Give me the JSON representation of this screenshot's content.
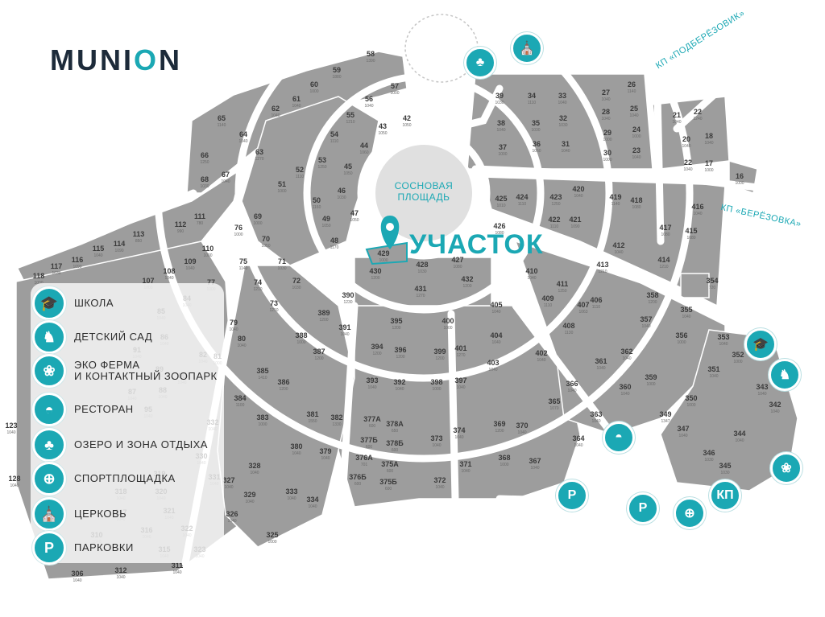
{
  "logo": {
    "text_pre": "MUNI",
    "text_accent": "O",
    "text_post": "N"
  },
  "plaza": {
    "line1": "СОСНОВАЯ",
    "line2": "ПЛОЩАДЬ"
  },
  "highlight": {
    "label": "УЧАСТОК"
  },
  "roads": {
    "podberezovik": "КП «ПОДБЕРЁЗОВИК»",
    "berezovka": "КП «БЕРЁЗОВКА»"
  },
  "legend": [
    {
      "icon": "school-icon",
      "glyph": "🎓",
      "label": "ШКОЛА"
    },
    {
      "icon": "rocking-horse-icon",
      "glyph": "♞",
      "label": "ДЕТСКИЙ САД"
    },
    {
      "icon": "paw-icon",
      "glyph": "❀",
      "label": "ЭКО ФЕРМА\nИ КОНТАКТНЫЙ ЗООПАРК"
    },
    {
      "icon": "cloche-icon",
      "glyph": "◓",
      "label": "РЕСТОРАН"
    },
    {
      "icon": "lake-icon",
      "glyph": "♣",
      "label": "ОЗЕРО И ЗОНА ОТДЫХА"
    },
    {
      "icon": "court-icon",
      "glyph": "⊕",
      "label": "СПОРТПЛОЩАДКА"
    },
    {
      "icon": "church-icon",
      "glyph": "⛪",
      "label": "ЦЕРКОВЬ"
    },
    {
      "icon": "parking-icon",
      "glyph": "P",
      "label": "ПАРКОВКИ"
    }
  ],
  "map_icons": [
    {
      "icon": "lake-icon",
      "glyph": "♣"
    },
    {
      "icon": "church-icon",
      "glyph": "⛪"
    },
    {
      "icon": "school-icon",
      "glyph": "🎓"
    },
    {
      "icon": "rocking-horse-icon",
      "glyph": "♞"
    },
    {
      "icon": "paw-icon",
      "glyph": "❀"
    },
    {
      "icon": "cloche-icon",
      "glyph": "◓"
    },
    {
      "icon": "parking-icon",
      "glyph": "P"
    },
    {
      "icon": "parking-icon",
      "glyph": "P"
    },
    {
      "icon": "court-icon",
      "glyph": "⊕"
    },
    {
      "icon": "checkpoint-icon",
      "glyph": "КП"
    }
  ],
  "lots": [
    {
      "n": "58",
      "a": "1390"
    },
    {
      "n": "59",
      "a": "1880"
    },
    {
      "n": "60",
      "a": "1000"
    },
    {
      "n": "61",
      "a": "1040"
    },
    {
      "n": "62",
      "a": "1040"
    },
    {
      "n": "65",
      "a": "1140"
    },
    {
      "n": "64",
      "a": "1040"
    },
    {
      "n": "63",
      "a": "1270"
    },
    {
      "n": "66",
      "a": "1250"
    },
    {
      "n": "68",
      "a": "1030"
    },
    {
      "n": "67",
      "a": "1040"
    },
    {
      "n": "57",
      "a": "1000"
    },
    {
      "n": "56",
      "a": "1040"
    },
    {
      "n": "55",
      "a": "1210"
    },
    {
      "n": "43",
      "a": "1050"
    },
    {
      "n": "42",
      "a": "1050"
    },
    {
      "n": "54",
      "a": "1110"
    },
    {
      "n": "44",
      "a": "1060"
    },
    {
      "n": "53",
      "a": "1250"
    },
    {
      "n": "45",
      "a": "1050"
    },
    {
      "n": "52",
      "a": "1110"
    },
    {
      "n": "46",
      "a": "1030"
    },
    {
      "n": "51",
      "a": "1000"
    },
    {
      "n": "50",
      "a": "1160"
    },
    {
      "n": "47",
      "a": "1050"
    },
    {
      "n": "49",
      "a": "1050"
    },
    {
      "n": "48",
      "a": "1170"
    },
    {
      "n": "39",
      "a": "1030"
    },
    {
      "n": "34",
      "a": "1110"
    },
    {
      "n": "33",
      "a": "1040"
    },
    {
      "n": "27",
      "a": "1040"
    },
    {
      "n": "26",
      "a": "1140"
    },
    {
      "n": "38",
      "a": "1040"
    },
    {
      "n": "35",
      "a": "1030"
    },
    {
      "n": "32",
      "a": "1030"
    },
    {
      "n": "28",
      "a": "1040"
    },
    {
      "n": "25",
      "a": "1040"
    },
    {
      "n": "37",
      "a": "1000"
    },
    {
      "n": "36",
      "a": "1060"
    },
    {
      "n": "31",
      "a": "1040"
    },
    {
      "n": "29",
      "a": "1000"
    },
    {
      "n": "24",
      "a": "1000"
    },
    {
      "n": "30",
      "a": "1000"
    },
    {
      "n": "23",
      "a": "1040"
    },
    {
      "n": "21",
      "a": "1040"
    },
    {
      "n": "22",
      "a": "1240"
    },
    {
      "n": "20",
      "a": "1040"
    },
    {
      "n": "18",
      "a": "1040"
    },
    {
      "n": "22",
      "a": "1040"
    },
    {
      "n": "17",
      "a": "1000"
    },
    {
      "n": "16",
      "a": "1000"
    },
    {
      "n": "425",
      "a": "1010"
    },
    {
      "n": "424",
      "a": "1110"
    },
    {
      "n": "423",
      "a": "1250"
    },
    {
      "n": "420",
      "a": "1040"
    },
    {
      "n": "419",
      "a": "1140"
    },
    {
      "n": "418",
      "a": "1080"
    },
    {
      "n": "416",
      "a": "1040"
    },
    {
      "n": "426",
      "a": "1080"
    },
    {
      "n": "421",
      "a": "1090"
    },
    {
      "n": "417",
      "a": "1080"
    },
    {
      "n": "415",
      "a": "1080"
    },
    {
      "n": "422",
      "a": "1110"
    },
    {
      "n": "412",
      "a": "1040"
    },
    {
      "n": "414",
      "a": "1210"
    },
    {
      "n": "413",
      "a": "1210"
    },
    {
      "n": "429",
      "a": "1000"
    },
    {
      "n": "428",
      "a": "1030"
    },
    {
      "n": "427",
      "a": "1080"
    },
    {
      "n": "430",
      "a": "1200"
    },
    {
      "n": "431",
      "a": "1270"
    },
    {
      "n": "432",
      "a": "1200"
    },
    {
      "n": "410",
      "a": "1040"
    },
    {
      "n": "411",
      "a": "1250"
    },
    {
      "n": "409",
      "a": "1110"
    },
    {
      "n": "407",
      "a": "1063"
    },
    {
      "n": "408",
      "a": "1130"
    },
    {
      "n": "406",
      "a": "1110"
    },
    {
      "n": "405",
      "a": "1040"
    },
    {
      "n": "404",
      "a": "1040"
    },
    {
      "n": "403",
      "a": "1040"
    },
    {
      "n": "402",
      "a": "1040"
    },
    {
      "n": "354",
      "a": "720"
    },
    {
      "n": "358",
      "a": "1200"
    },
    {
      "n": "355",
      "a": "1040"
    },
    {
      "n": "357",
      "a": "1040"
    },
    {
      "n": "356",
      "a": "1000"
    },
    {
      "n": "112",
      "a": "990"
    },
    {
      "n": "111",
      "a": "780"
    },
    {
      "n": "113",
      "a": "850"
    },
    {
      "n": "114",
      "a": "1090"
    },
    {
      "n": "115",
      "a": "1040"
    },
    {
      "n": "116",
      "a": "1090"
    },
    {
      "n": "117",
      "a": "1030"
    },
    {
      "n": "118",
      "a": "1000"
    },
    {
      "n": "110",
      "a": "1000"
    },
    {
      "n": "109",
      "a": "1040"
    },
    {
      "n": "108",
      "a": "1040"
    },
    {
      "n": "107",
      "a": "1000"
    },
    {
      "n": "76",
      "a": "1000"
    },
    {
      "n": "69",
      "a": "1000"
    },
    {
      "n": "70",
      "a": "1050"
    },
    {
      "n": "75",
      "a": "1140"
    },
    {
      "n": "71",
      "a": "1030"
    },
    {
      "n": "74",
      "a": "1210"
    },
    {
      "n": "72",
      "a": "1030"
    },
    {
      "n": "73",
      "a": "1210"
    },
    {
      "n": "77",
      "a": "1000"
    },
    {
      "n": "79",
      "a": "1040"
    },
    {
      "n": "80",
      "a": "1040"
    },
    {
      "n": "81",
      "a": "1000"
    },
    {
      "n": "390",
      "a": "1230"
    },
    {
      "n": "389",
      "a": "1200"
    },
    {
      "n": "391",
      "a": "1040"
    },
    {
      "n": "388",
      "a": "1000"
    },
    {
      "n": "387",
      "a": "1200"
    },
    {
      "n": "385",
      "a": "1410"
    },
    {
      "n": "386",
      "a": "1200"
    },
    {
      "n": "384",
      "a": "1100"
    },
    {
      "n": "383",
      "a": "1000"
    },
    {
      "n": "395",
      "a": "1200"
    },
    {
      "n": "394",
      "a": "1200"
    },
    {
      "n": "396",
      "a": "1200"
    },
    {
      "n": "393",
      "a": "1040"
    },
    {
      "n": "392",
      "a": "1040"
    },
    {
      "n": "400",
      "a": "1000"
    },
    {
      "n": "399",
      "a": "1200"
    },
    {
      "n": "401",
      "a": "1270"
    },
    {
      "n": "398",
      "a": "1000"
    },
    {
      "n": "397",
      "a": "1040"
    },
    {
      "n": "362",
      "a": "1040"
    },
    {
      "n": "361",
      "a": "1040"
    },
    {
      "n": "360",
      "a": "1040"
    },
    {
      "n": "359",
      "a": "1000"
    },
    {
      "n": "366",
      "a": "1040"
    },
    {
      "n": "365",
      "a": "1070"
    },
    {
      "n": "363",
      "a": "1040"
    },
    {
      "n": "364",
      "a": "1040"
    },
    {
      "n": "353",
      "a": "1040"
    },
    {
      "n": "352",
      "a": "1000"
    },
    {
      "n": "351",
      "a": "1040"
    },
    {
      "n": "343",
      "a": "1040"
    },
    {
      "n": "342",
      "a": "1040"
    },
    {
      "n": "350",
      "a": "1000"
    },
    {
      "n": "349",
      "a": "1347"
    },
    {
      "n": "347",
      "a": "1040"
    },
    {
      "n": "346",
      "a": "1030"
    },
    {
      "n": "344",
      "a": "1040"
    },
    {
      "n": "345",
      "a": "1030"
    },
    {
      "n": "381",
      "a": "1550"
    },
    {
      "n": "382",
      "a": "1330"
    },
    {
      "n": "380",
      "a": "1040"
    },
    {
      "n": "379",
      "a": "1040"
    },
    {
      "n": "377А",
      "a": "600"
    },
    {
      "n": "378А",
      "a": "650"
    },
    {
      "n": "377Б",
      "a": "600"
    },
    {
      "n": "378Б",
      "a": "600"
    },
    {
      "n": "376А",
      "a": "701"
    },
    {
      "n": "375А",
      "a": "600"
    },
    {
      "n": "376Б",
      "a": "600"
    },
    {
      "n": "375Б",
      "a": "600"
    },
    {
      "n": "373",
      "a": "1040"
    },
    {
      "n": "374",
      "a": "1040"
    },
    {
      "n": "371",
      "a": "1040"
    },
    {
      "n": "372",
      "a": "1040"
    },
    {
      "n": "369",
      "a": "1200"
    },
    {
      "n": "370",
      "a": "1040"
    },
    {
      "n": "368",
      "a": "1000"
    },
    {
      "n": "367",
      "a": "1040"
    },
    {
      "n": "328",
      "a": "1040"
    },
    {
      "n": "327",
      "a": "1040"
    },
    {
      "n": "329",
      "a": "1040"
    },
    {
      "n": "326",
      "a": "1040"
    },
    {
      "n": "333",
      "a": "1040"
    },
    {
      "n": "334",
      "a": "1040"
    },
    {
      "n": "325",
      "a": "1000"
    },
    {
      "n": "332",
      "a": "1040"
    },
    {
      "n": "330",
      "a": "1040"
    },
    {
      "n": "318",
      "a": "1040"
    },
    {
      "n": "320",
      "a": "1040"
    },
    {
      "n": "321",
      "a": "1040"
    },
    {
      "n": "316",
      "a": "1040"
    },
    {
      "n": "322",
      "a": "1040"
    },
    {
      "n": "315",
      "a": "1040"
    },
    {
      "n": "323",
      "a": "1040"
    },
    {
      "n": "310",
      "a": "1040"
    },
    {
      "n": "312",
      "a": "1040"
    },
    {
      "n": "311",
      "a": "1040"
    },
    {
      "n": "306",
      "a": "1040"
    },
    {
      "n": "123",
      "a": "1040"
    },
    {
      "n": "128",
      "a": "1040"
    },
    {
      "n": "84",
      "a": "1040"
    },
    {
      "n": "85",
      "a": "1040"
    },
    {
      "n": "86",
      "a": "1040"
    },
    {
      "n": "91",
      "a": "1040"
    },
    {
      "n": "82",
      "a": "1040"
    },
    {
      "n": "89",
      "a": "1040"
    },
    {
      "n": "90",
      "a": "1040"
    },
    {
      "n": "88",
      "a": "1040"
    },
    {
      "n": "87",
      "a": "1040"
    },
    {
      "n": "95",
      "a": "1040"
    },
    {
      "n": "317",
      "a": "1040"
    },
    {
      "n": "319",
      "a": "1040"
    },
    {
      "n": "331",
      "a": "1040"
    }
  ]
}
